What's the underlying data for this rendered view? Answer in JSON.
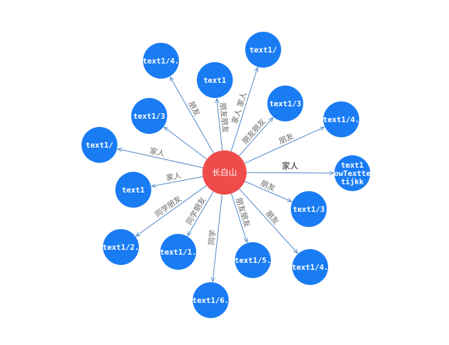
{
  "diagram": {
    "center": {
      "label": "长白山",
      "color": "#f04b4b"
    },
    "node_color": "#1a7cf3",
    "edge_color": "#4a84c4",
    "nodes": [
      {
        "id": "n1",
        "label": "text1/4.",
        "edge_label": "朋友"
      },
      {
        "id": "n2",
        "label": "text1",
        "edge_label": "朋友朋友"
      },
      {
        "id": "n3",
        "label": "text1/",
        "edge_label": "家人 家人"
      },
      {
        "id": "n4",
        "label": "text1/3",
        "edge_label": "朋友朋友"
      },
      {
        "id": "n5",
        "label": "text1/3",
        "edge_label": ""
      },
      {
        "id": "n6",
        "label": "text1/4.",
        "edge_label": "朋友"
      },
      {
        "id": "n7",
        "label": "text1/",
        "edge_label": "家人"
      },
      {
        "id": "n8",
        "label": "text1\nowTextte\ntijkk",
        "edge_label": "家人"
      },
      {
        "id": "n9",
        "label": "text1",
        "edge_label": "家人"
      },
      {
        "id": "n10",
        "label": "text1/3",
        "edge_label": "朋友"
      },
      {
        "id": "n11",
        "label": "text1/2.",
        "edge_label": "同学朋友"
      },
      {
        "id": "n12",
        "label": "text1/1.",
        "edge_label": "同学朋友"
      },
      {
        "id": "n13",
        "label": "text1/6.",
        "edge_label": "同学"
      },
      {
        "id": "n14",
        "label": "text1/5.",
        "edge_label": "朋友朋友"
      },
      {
        "id": "n15",
        "label": "text1/4.",
        "edge_label": "朋友"
      }
    ]
  }
}
